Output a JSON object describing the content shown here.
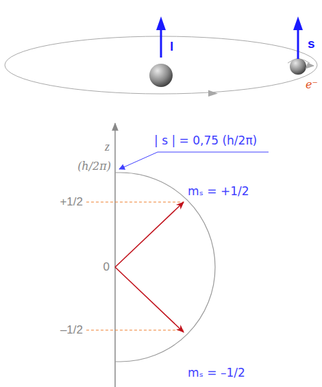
{
  "diagram": {
    "labels": [
      "l",
      "s",
      "e⁻",
      "| s | = 0,75 (h/2π)",
      "z",
      "(h/2π)",
      "+1/2",
      "0",
      "–1/2",
      "mₛ = +1/2",
      "mₛ = –1/2"
    ]
  }
}
